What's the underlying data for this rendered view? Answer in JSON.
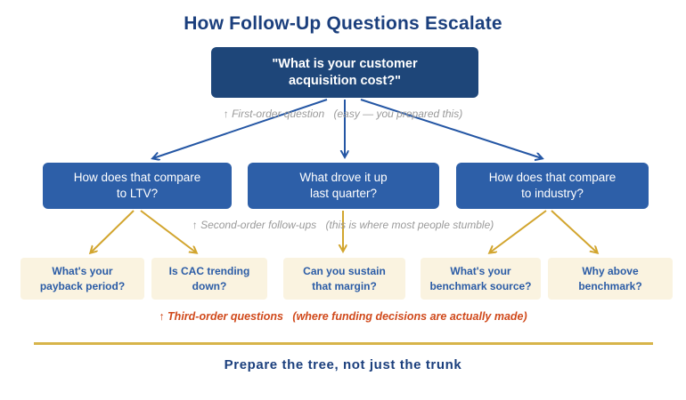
{
  "title": "How Follow-Up Questions Escalate",
  "colors": {
    "navy_text": "#1b3f7d",
    "root_box": "#1e4679",
    "level2_box": "#2d5fa8",
    "level3_box_bg": "#faf3e0",
    "level3_text": "#2b5ca6",
    "blue_arrow": "#2456a4",
    "gold_arrow": "#d2a52e",
    "gold_rule": "#d7b44a",
    "orange_caption": "#d0491b",
    "gray_caption": "#9a9a9a"
  },
  "tree": {
    "root": {
      "lines": [
        "\"What is your customer",
        "acquisition cost?\""
      ]
    },
    "level2": [
      {
        "lines": [
          "How does that compare",
          "to LTV?"
        ]
      },
      {
        "lines": [
          "What drove it up",
          "last quarter?"
        ]
      },
      {
        "lines": [
          "How does that compare",
          "to industry?"
        ]
      }
    ],
    "level3": [
      {
        "lines": [
          "What's your",
          "payback period?"
        ]
      },
      {
        "lines": [
          "Is CAC trending",
          "down?"
        ]
      },
      {
        "lines": [
          "Can you sustain",
          "that margin?"
        ]
      },
      {
        "lines": [
          "What's your",
          "benchmark source?"
        ]
      },
      {
        "lines": [
          "Why above",
          "benchmark?"
        ]
      }
    ]
  },
  "captions": {
    "first": {
      "label": "↑ First-order question",
      "note": "(easy — you prepared this)"
    },
    "second": {
      "label": "↑ Second-order follow-ups",
      "note": "(this is where most people stumble)"
    },
    "third": {
      "label": "↑ Third-order questions",
      "note": "(where funding decisions are actually made)"
    }
  },
  "footer": "Prepare the tree, not just the trunk"
}
